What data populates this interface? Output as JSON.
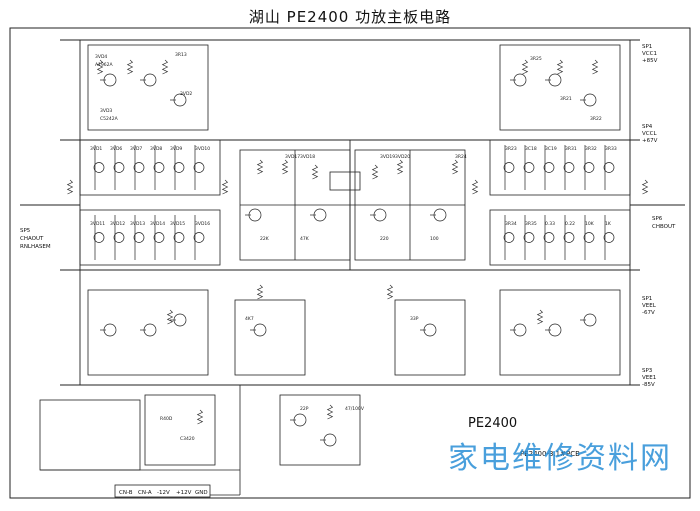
{
  "title": "湖山 PE2400 功放主板电路",
  "watermark": {
    "text": "家电维修资料网",
    "color": "#2a8fd6"
  },
  "inner_title": "PE2400",
  "pcb_note": "PE2400-3.1#PCB",
  "connector_labels": [
    "CN-B",
    "CN-A",
    "-12V",
    "+12V",
    "GND"
  ],
  "power": {
    "top_right": [
      "SP1",
      "VCC1",
      "+85V"
    ],
    "mid_right": [
      "SP4",
      "VCCL",
      "+67V"
    ],
    "low_right": [
      "SP1",
      "VEEL",
      "-67V"
    ],
    "bottom_right": [
      "SP3",
      "VEE1",
      "-85V"
    ]
  },
  "left_labels": [
    "SP5",
    "CHAOUT",
    "RNLHASEM"
  ],
  "right_labels": [
    "SP6",
    "CHBOUT"
  ],
  "part_labels": [
    "3VD4",
    "A1962A",
    "3VD3",
    "C5242A",
    "3R13",
    "3VD2",
    "3VD1",
    "3VD6",
    "3VD7",
    "3VD8",
    "3VD9",
    "3VD10",
    "3VD11",
    "3VD12",
    "3VD13",
    "3VD14",
    "3VD15",
    "3VD16",
    "3VD17",
    "3VD18",
    "3VD19",
    "3VD20",
    "3R24",
    "3R25",
    "3R21",
    "3R22",
    "3R23",
    "3C18",
    "3C19",
    "3R31",
    "3R32",
    "3R33",
    "3R34",
    "3R35",
    "0.33",
    "0.22",
    "10K",
    "1K",
    "22K",
    "47K",
    "220",
    "100",
    "4K7",
    "33P",
    "22P",
    "47/100V",
    "R40D",
    "C3420"
  ]
}
